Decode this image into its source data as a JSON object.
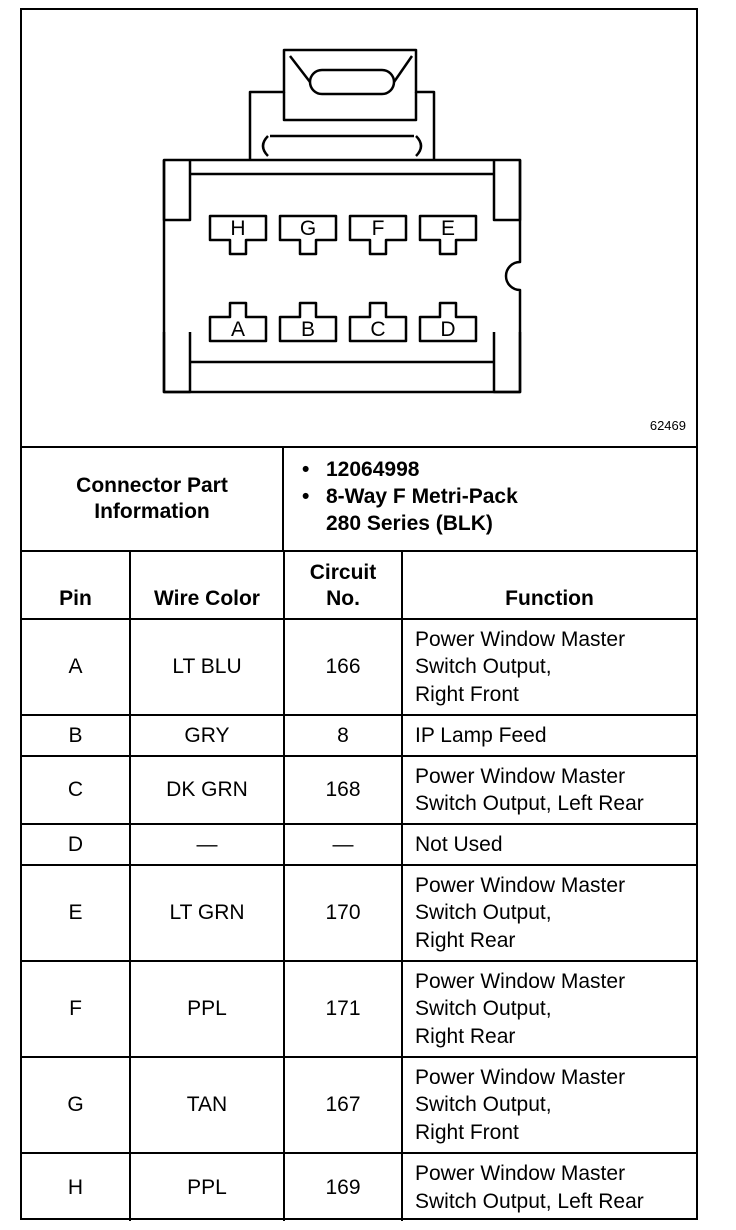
{
  "figure": {
    "figure_number": "62469",
    "cavity_labels_top": [
      "H",
      "G",
      "F",
      "E"
    ],
    "cavity_labels_bottom": [
      "A",
      "B",
      "C",
      "D"
    ]
  },
  "connector_info": {
    "label_line1": "Connector Part",
    "label_line2": "Information",
    "part_number": "12064998",
    "description_line1": "8-Way F Metri-Pack",
    "description_line2": "280 Series (BLK)"
  },
  "table": {
    "headers": {
      "pin": "Pin",
      "wire_color": "Wire Color",
      "circuit_line1": "Circuit",
      "circuit_line2": "No.",
      "function": "Function"
    },
    "rows": [
      {
        "pin": "A",
        "wire": "LT BLU",
        "circuit": "166",
        "function": [
          "Power Window Master",
          "Switch Output,",
          "Right Front"
        ]
      },
      {
        "pin": "B",
        "wire": "GRY",
        "circuit": "8",
        "function": [
          "IP Lamp Feed"
        ]
      },
      {
        "pin": "C",
        "wire": "DK GRN",
        "circuit": "168",
        "function": [
          "Power Window Master",
          "Switch Output, Left Rear"
        ]
      },
      {
        "pin": "D",
        "wire": "—",
        "circuit": "—",
        "function": [
          "Not Used"
        ]
      },
      {
        "pin": "E",
        "wire": "LT GRN",
        "circuit": "170",
        "function": [
          "Power Window Master",
          "Switch Output,",
          "Right Rear"
        ]
      },
      {
        "pin": "F",
        "wire": "PPL",
        "circuit": "171",
        "function": [
          "Power Window Master",
          "Switch Output,",
          "Right Rear"
        ]
      },
      {
        "pin": "G",
        "wire": "TAN",
        "circuit": "167",
        "function": [
          "Power Window Master",
          "Switch Output,",
          "Right Front"
        ]
      },
      {
        "pin": "H",
        "wire": "PPL",
        "circuit": "169",
        "function": [
          "Power Window Master",
          "Switch Output, Left Rear"
        ]
      }
    ]
  }
}
